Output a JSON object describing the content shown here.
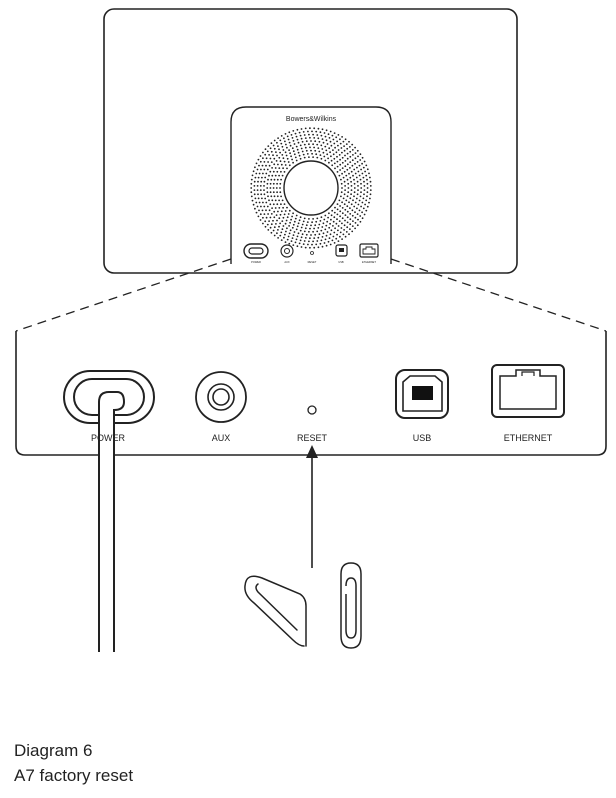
{
  "brand": "Bowers&Wilkins",
  "small_port_labels": [
    "POWER",
    "AUX",
    "RESET",
    "USB",
    "ETHERNET"
  ],
  "panel_labels": {
    "power": "POWER",
    "aux": "AUX",
    "reset": "RESET",
    "usb": "USB",
    "ethernet": "ETHERNET"
  },
  "caption": {
    "line1": "Diagram 6",
    "line2": "A7 factory reset"
  }
}
